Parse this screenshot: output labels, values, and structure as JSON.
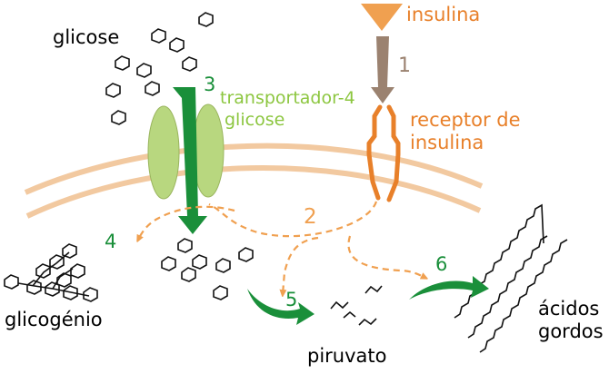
{
  "labels": {
    "glicose": "glicose",
    "insulina": "insulina",
    "transporter_line1": "transportador-4",
    "transporter_line2": "glicose",
    "receptor_line1": "receptor de",
    "receptor_line2": "insulina",
    "glicogenio": "glicogénio",
    "piruvato": "piruvato",
    "acidos_line1": "ácidos",
    "acidos_line2": "gordos"
  },
  "steps": {
    "s1": "1",
    "s2": "2",
    "s3": "3",
    "s4": "4",
    "s5": "5",
    "s6": "6"
  },
  "colors": {
    "membrane": "#f2c9a0",
    "transporter": "#b8d77f",
    "transport_arrow": "#1a8f3a",
    "receptor": "#e8802a",
    "signal_path": "#f0a050",
    "insulin_arrow": "#9b8270"
  }
}
